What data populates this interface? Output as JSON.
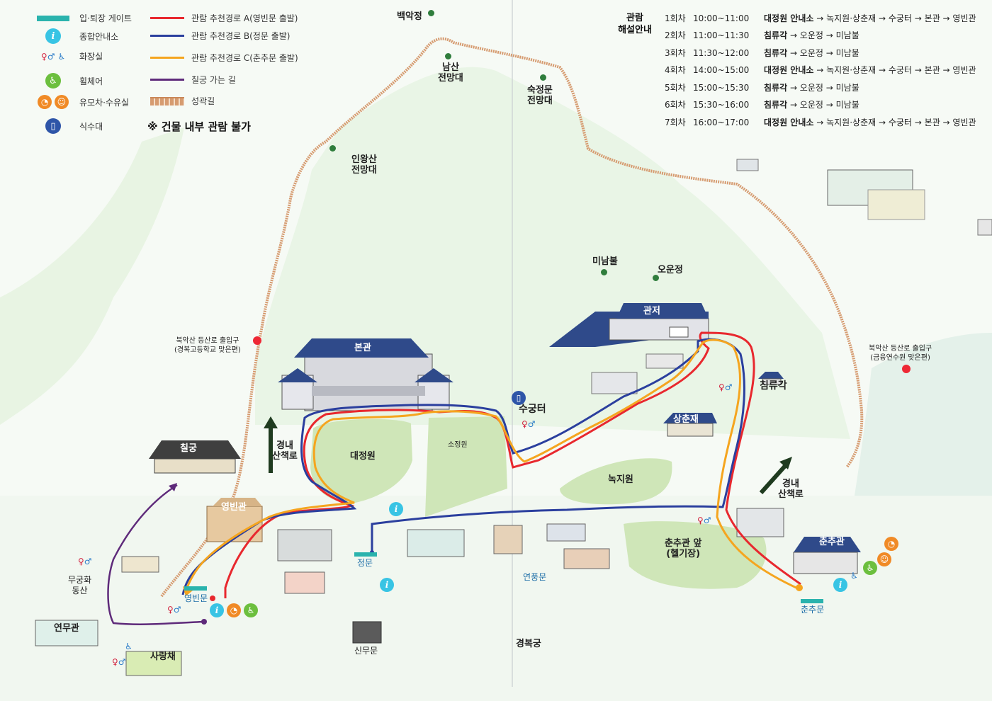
{
  "legend": {
    "items": [
      {
        "symbol": "gate",
        "label": "입·퇴장 게이트"
      },
      {
        "symbol": "info-icon",
        "label": "종합안내소"
      },
      {
        "symbol": "restroom-icon",
        "label": "화장실"
      },
      {
        "symbol": "wheelchair-icon",
        "label": "휠체어"
      },
      {
        "symbol": "stroller-nursing-icon",
        "label": "유모차·수유실"
      },
      {
        "symbol": "water-fountain-icon",
        "label": "식수대"
      }
    ],
    "routes": [
      {
        "color": "#e8282e",
        "label": "관람 추천경로 A(영빈문 출발)"
      },
      {
        "color": "#2b3f9e",
        "label": "관람 추천경로 B(정문 출발)"
      },
      {
        "color": "#f5a51f",
        "label": "관람 추천경로 C(춘추문 출발)"
      },
      {
        "color": "#5e2a7a",
        "label": "칠궁 가는 길"
      },
      {
        "color": "#d69b70",
        "label": "성곽길"
      }
    ],
    "note": "※ 건물 내부 관람 불가"
  },
  "schedule": {
    "title": "관람\n해설안내",
    "rows": [
      {
        "round": "1회차",
        "time": "10:00~11:00",
        "start": "대정원 안내소",
        "rest": " → 녹지원·상춘재 → 수궁터 → 본관 → 영빈관"
      },
      {
        "round": "2회차",
        "time": "11:00~11:30",
        "start": "침류각",
        "rest": " → 오운정 → 미남불"
      },
      {
        "round": "3회차",
        "time": "11:30~12:00",
        "start": "침류각",
        "rest": " → 오운정 → 미남불"
      },
      {
        "round": "4회차",
        "time": "14:00~15:00",
        "start": "대정원 안내소",
        "rest": " → 녹지원·상춘재 → 수궁터 → 본관 → 영빈관"
      },
      {
        "round": "5회차",
        "time": "15:00~15:30",
        "start": "침류각",
        "rest": " → 오운정 → 미남불"
      },
      {
        "round": "6회차",
        "time": "15:30~16:00",
        "start": "침류각",
        "rest": " → 오운정 → 미남불"
      },
      {
        "round": "7회차",
        "time": "16:00~17:00",
        "start": "대정원 안내소",
        "rest": " → 녹지원·상춘재 → 수궁터 → 본관 → 영빈관"
      }
    ]
  },
  "places": {
    "baegakjeong": "백악정",
    "namsan_view": "남산\n전망대",
    "sukjeongmun_view": "숙정문\n전망대",
    "inwangsan_view": "인왕산\n전망대",
    "minambul": "미남불",
    "ounjeong": "오운정",
    "gwanjeo": "관저",
    "bonggwan": "본관",
    "chimnyugak": "침류각",
    "sugungteo": "수궁터",
    "sangchunjae": "상춘재",
    "nokjiwon": "녹지원",
    "daejeongwon": "대정원",
    "sojeongwon": "소정원",
    "chilgung": "칠궁",
    "yeongbingwan": "영빈관",
    "chunchugwan": "춘추관",
    "chunchugwan_front": "춘추관 앞\n(헬기장)",
    "trail_left": "경내\n산책로",
    "trail_right": "경내\n산책로",
    "bukak_left": "북악산 등산로 출입구\n(경복고등학교 맞은편)",
    "bukak_right": "북악산 등산로 출입구\n(금융연수원 맞은편)",
    "mugunghwa": "무궁화\n동산",
    "yeonmugwan": "연무관",
    "sarangchae": "사랑채",
    "sinmumun": "신무문",
    "gyeongbokgung": "경복궁",
    "yeongbinmun": "영빈문",
    "jeongmun": "정문",
    "yeonpungmun": "연풍문",
    "chunchumun": "춘추문"
  },
  "colors": {
    "route_a": "#e8282e",
    "route_b": "#2b3f9e",
    "route_c": "#f5a51f",
    "chilgung_path": "#5e2a7a",
    "castle_wall": "#d69b70",
    "green_area": "#cfe6b8",
    "roof_blue": "#2f4a8a"
  }
}
